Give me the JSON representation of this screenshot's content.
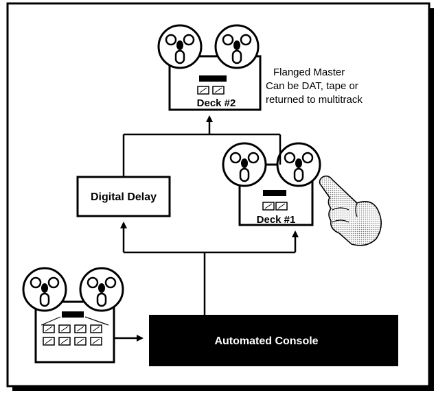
{
  "diagram": {
    "deck2_label": "Deck #2",
    "deck1_label": "Deck #1",
    "delay_label": "Digital Delay",
    "console_label": "Automated Console",
    "note_lines": [
      "Flanged Master",
      "Can be DAT, tape or",
      "returned to multitrack"
    ],
    "colors": {
      "ink": "#000000",
      "hand_fill": "#d8d8d8",
      "console_text": "#ffffff"
    }
  }
}
